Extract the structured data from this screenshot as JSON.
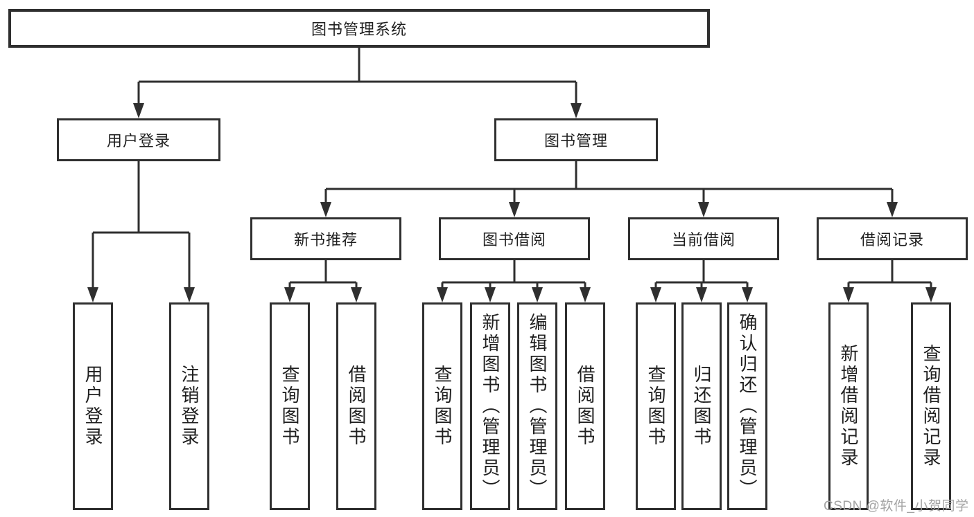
{
  "root": {
    "label": "图书管理系统"
  },
  "branches": [
    {
      "label": "用户登录",
      "children": [
        {
          "label": "用户登录"
        },
        {
          "label": "注销登录"
        }
      ]
    },
    {
      "label": "图书管理",
      "children": [
        {
          "label": "新书推荐",
          "children": [
            {
              "label": "查询图书"
            },
            {
              "label": "借阅图书"
            }
          ]
        },
        {
          "label": "图书借阅",
          "children": [
            {
              "label": "查询图书"
            },
            {
              "label": "新增图书（管理员）"
            },
            {
              "label": "编辑图书（管理员）"
            },
            {
              "label": "借阅图书"
            }
          ]
        },
        {
          "label": "当前借阅",
          "children": [
            {
              "label": "查询图书"
            },
            {
              "label": "归还图书"
            },
            {
              "label": "确认归还（管理员）"
            }
          ]
        },
        {
          "label": "借阅记录",
          "children": [
            {
              "label": "新增借阅记录"
            },
            {
              "label": "查询借阅记录"
            }
          ]
        }
      ]
    }
  ],
  "watermark": {
    "text": "CSDN @软件_小贺同学",
    "color": "#a3a3a3"
  },
  "colors": {
    "line": "#2f2f2f",
    "box_border": "#2f2f2f",
    "box_fill": "#ffffff",
    "text": "#1f1f1f",
    "background": "#ffffff"
  }
}
